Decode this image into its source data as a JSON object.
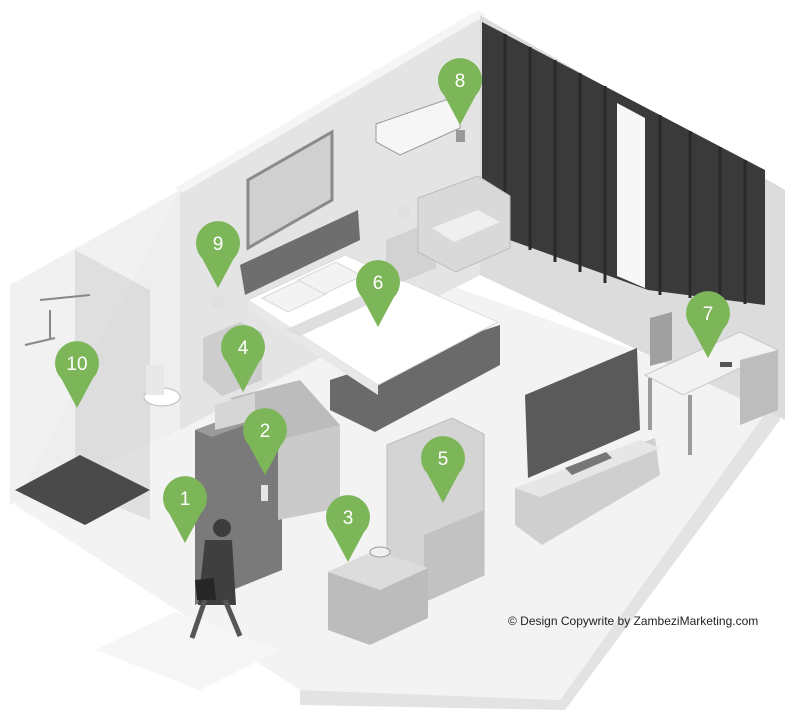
{
  "markers": [
    {
      "label": "1"
    },
    {
      "label": "2"
    },
    {
      "label": "3"
    },
    {
      "label": "4"
    },
    {
      "label": "5"
    },
    {
      "label": "6"
    },
    {
      "label": "7"
    },
    {
      "label": "8"
    },
    {
      "label": "9"
    },
    {
      "label": "10"
    }
  ],
  "credit": "© Design Copywrite by ZambeziMarketing.com",
  "colors": {
    "marker_green": "#7cb659",
    "floor": "#f2f2f2",
    "wall": "#d8d8d8",
    "curtain": "#3a3a3a"
  }
}
